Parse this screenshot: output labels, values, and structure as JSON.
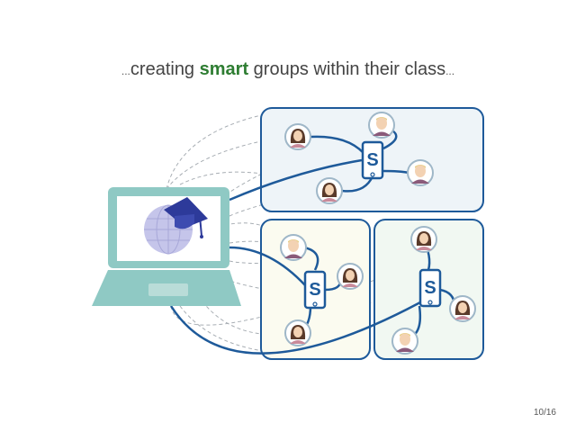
{
  "slide": {
    "title_prefix_dots": "...",
    "title_before": "creating ",
    "title_accent": "smart",
    "title_after": " groups within their class",
    "title_suffix_dots": "...",
    "page_number": "10/16"
  },
  "colors": {
    "accent": "#2e7d32",
    "group_border": "#1e5a9a",
    "connector": "#1e5a9a",
    "laptop": "#8fc9c4",
    "dashed": "#9aa0a6"
  },
  "icons": {
    "laptop": "laptop-icon",
    "graduation": "graduation-cap-icon",
    "globe": "globe-icon",
    "phone": "smartphone-s-icon",
    "student_female": "student-female-icon",
    "student_male": "student-male-icon"
  },
  "groups": [
    {
      "id": "top",
      "students": [
        "female",
        "male",
        "male",
        "female"
      ],
      "phone_logo": "S"
    },
    {
      "id": "bottom-left",
      "students": [
        "male",
        "female",
        "female"
      ],
      "phone_logo": "S"
    },
    {
      "id": "bottom-right",
      "students": [
        "female",
        "female",
        "male"
      ],
      "phone_logo": "S"
    }
  ]
}
